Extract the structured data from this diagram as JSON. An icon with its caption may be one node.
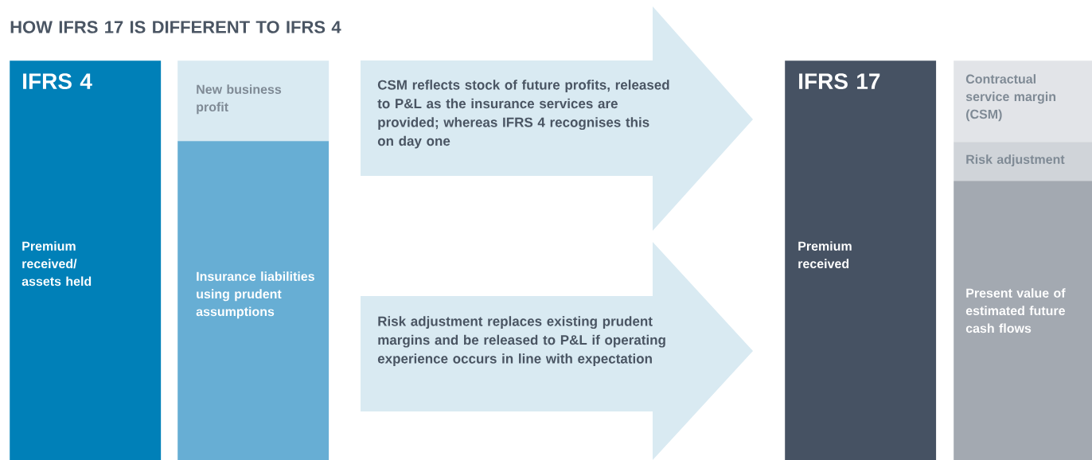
{
  "diagram": {
    "title": "HOW IFRS 17 IS DIFFERENT TO IFRS 4",
    "nodes": [
      {
        "text": [
          "IFRS 4",
          "Premium received/ assets held"
        ]
      },
      {
        "text": [
          "New business profit"
        ]
      },
      {
        "text": [
          "Insurance liabilities using prudent assumptions"
        ]
      },
      {
        "text": [
          "CSM reflects stock of future profits, released to P&L as the insurance services are provided; whereas IFRS 4 recognises this on day one"
        ]
      },
      {
        "text": [
          "Risk adjustment replaces existing prudent margins and be released to P&L if operating experience occurs in line with expectation"
        ]
      },
      {
        "text": [
          "IFRS 17",
          "Premium received"
        ]
      },
      {
        "text": [
          "Contractual service margin (CSM)"
        ]
      },
      {
        "text": [
          "Risk adjustment"
        ]
      },
      {
        "text": [
          "Present value of estimated future cash flows"
        ]
      }
    ]
  }
}
